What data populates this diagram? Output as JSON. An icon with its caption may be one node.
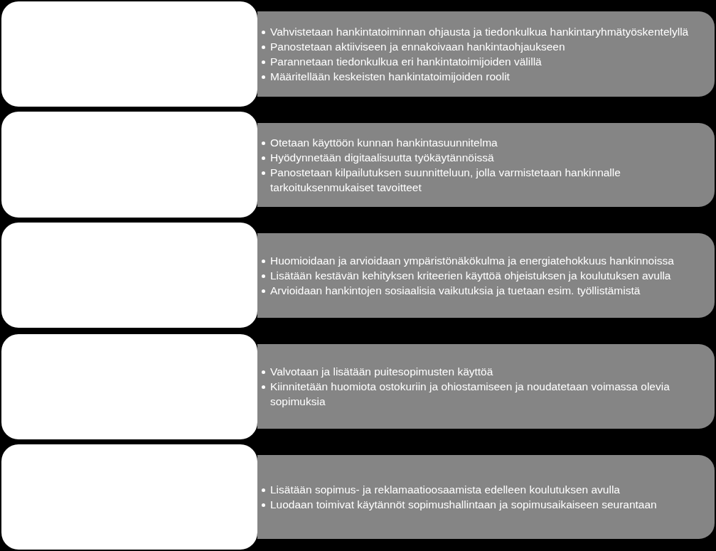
{
  "diagram": {
    "nodes": [
      {
        "text": [],
        "shape": "box"
      },
      {
        "text": [
          "Vahvistetaan hankintatoiminnan ohjausta ja tiedonkulkua hankintaryhmätyöskentelyllä",
          "Panostetaan aktiiviseen ja ennakoivaan hankintaohjaukseen",
          "Parannetaan tiedonkulkua eri hankintatoimijoiden välillä",
          "Määritellään keskeisten hankintatoimijoiden roolit"
        ]
      },
      {
        "text": [],
        "shape": "box"
      },
      {
        "text": [
          "Otetaan käyttöön kunnan hankintasuunnitelma",
          "Hyödynnetään digitaalisuutta työkäytännöissä",
          "Panostetaan kilpailutuksen suunnitteluun, jolla varmistetaan hankinnalle tarkoituksenmukaiset tavoitteet"
        ]
      },
      {
        "text": [],
        "shape": "box"
      },
      {
        "text": [
          "Huomioidaan ja arvioidaan ympäristönäkökulma ja energiatehokkuus hankinnoissa",
          "Lisätään kestävän kehityksen kriteerien käyttöä ohjeistuksen ja koulutuksen avulla",
          "Arvioidaan hankintojen sosiaalisia vaikutuksia ja tuetaan esim. työllistämistä"
        ]
      },
      {
        "text": [],
        "shape": "box"
      },
      {
        "text": [
          "Valvotaan ja lisätään puitesopimusten käyttöä",
          "Kiinnitetään huomiota ostokuriin ja ohiostamiseen ja noudatetaan voimassa olevia sopimuksia"
        ]
      },
      {
        "text": [],
        "shape": "box"
      },
      {
        "text": [
          "Lisätään sopimus- ja reklamaatioosaamista edelleen koulutuksen avulla",
          "Luodaan toimivat käytännöt sopimushallintaan ja sopimusaikaiseen seurantaan"
        ]
      }
    ]
  }
}
